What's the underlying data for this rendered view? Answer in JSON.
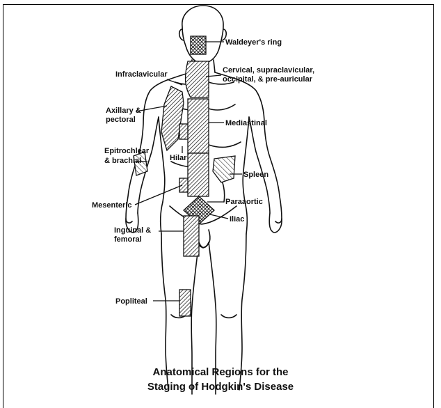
{
  "figure": {
    "labels": {
      "waldeyers_ring": "Waldeyer's ring",
      "cervical_line1": "Cervical, supraclavicular,",
      "cervical_line2": "occipital, & pre-auricular",
      "infraclavicular": "Infraclavicular",
      "axillary_line1": "Axillary &",
      "axillary_line2": "pectoral",
      "mediastinal": "Mediastinal",
      "epitrochlear_line1": "Epitrochlear",
      "epitrochlear_line2": "& brachial",
      "hilar": "Hilar",
      "spleen": "Spleen",
      "mesenteric": "Mesenteric",
      "paraaortic": "Paraaortic",
      "iliac": "Iliac",
      "inguinal_line1": "Inguinal &",
      "inguinal_line2": "femoral",
      "popliteal": "Popliteal"
    },
    "caption_line1": "Anatomical Regions for the",
    "caption_line2": "Staging of Hodgkin's Disease"
  }
}
